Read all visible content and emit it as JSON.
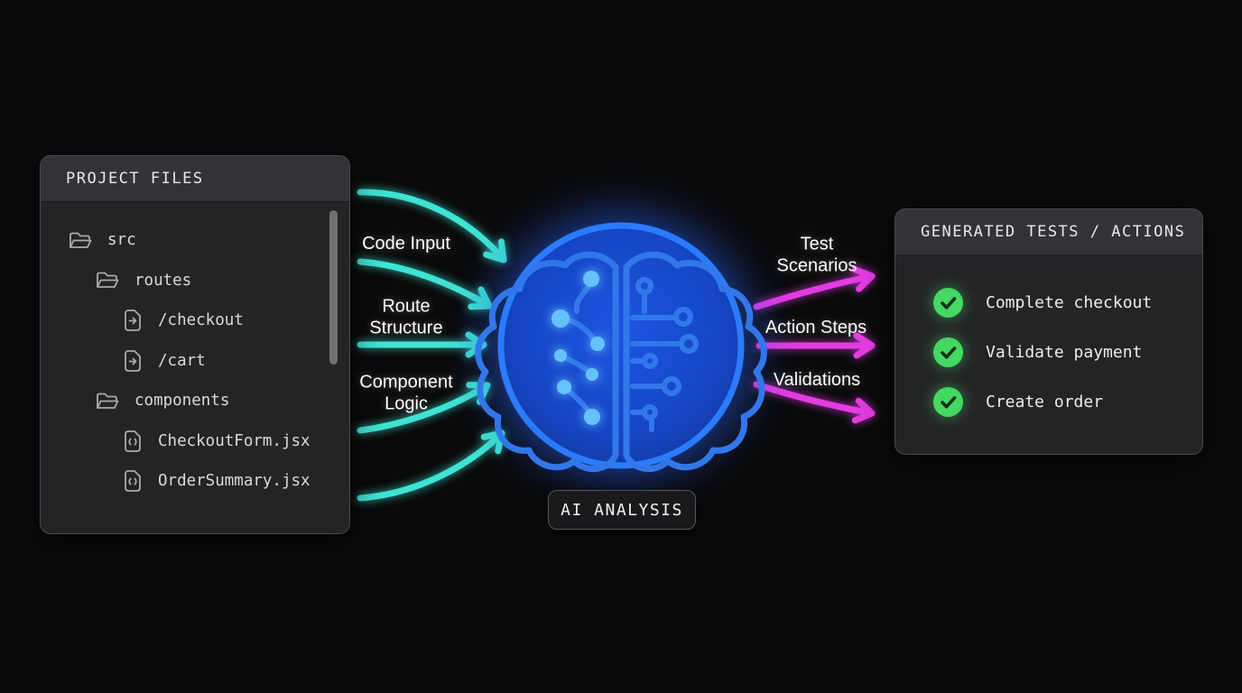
{
  "colors": {
    "cyan_accent": "#3fe3d3",
    "magenta_accent": "#e23ce2",
    "blue_accent": "#2b7bff",
    "blue_core": "#1646c8",
    "green_accent": "#45d862",
    "panel_bg": "#242427",
    "panel_header_bg": "#333337",
    "canvas_bg": "#0a0a0b"
  },
  "left_panel": {
    "title": "PROJECT FILES",
    "items": [
      {
        "label": "src",
        "icon": "folder-open-icon",
        "indent": 0
      },
      {
        "label": "routes",
        "icon": "folder-open-icon",
        "indent": 1
      },
      {
        "label": "/checkout",
        "icon": "route-file-icon",
        "indent": 2
      },
      {
        "label": "/cart",
        "icon": "route-file-icon",
        "indent": 2
      },
      {
        "label": "components",
        "icon": "folder-open-icon",
        "indent": 1
      },
      {
        "label": "CheckoutForm.jsx",
        "icon": "code-file-icon",
        "indent": 2
      },
      {
        "label": "OrderSummary.jsx",
        "icon": "code-file-icon",
        "indent": 2
      }
    ]
  },
  "flow": {
    "inputs": [
      "Code Input",
      "Route Structure",
      "Component Logic"
    ],
    "outputs": [
      "Test Scenarios",
      "Action Steps",
      "Validations"
    ]
  },
  "center": {
    "badge_label": "AI ANALYSIS",
    "icon": "brain-circuit-icon"
  },
  "right_panel": {
    "title": "GENERATED TESTS / ACTIONS",
    "items": [
      {
        "label": "Complete checkout",
        "icon": "check-circle-icon"
      },
      {
        "label": "Validate payment",
        "icon": "check-circle-icon"
      },
      {
        "label": "Create order",
        "icon": "check-circle-icon"
      }
    ]
  }
}
